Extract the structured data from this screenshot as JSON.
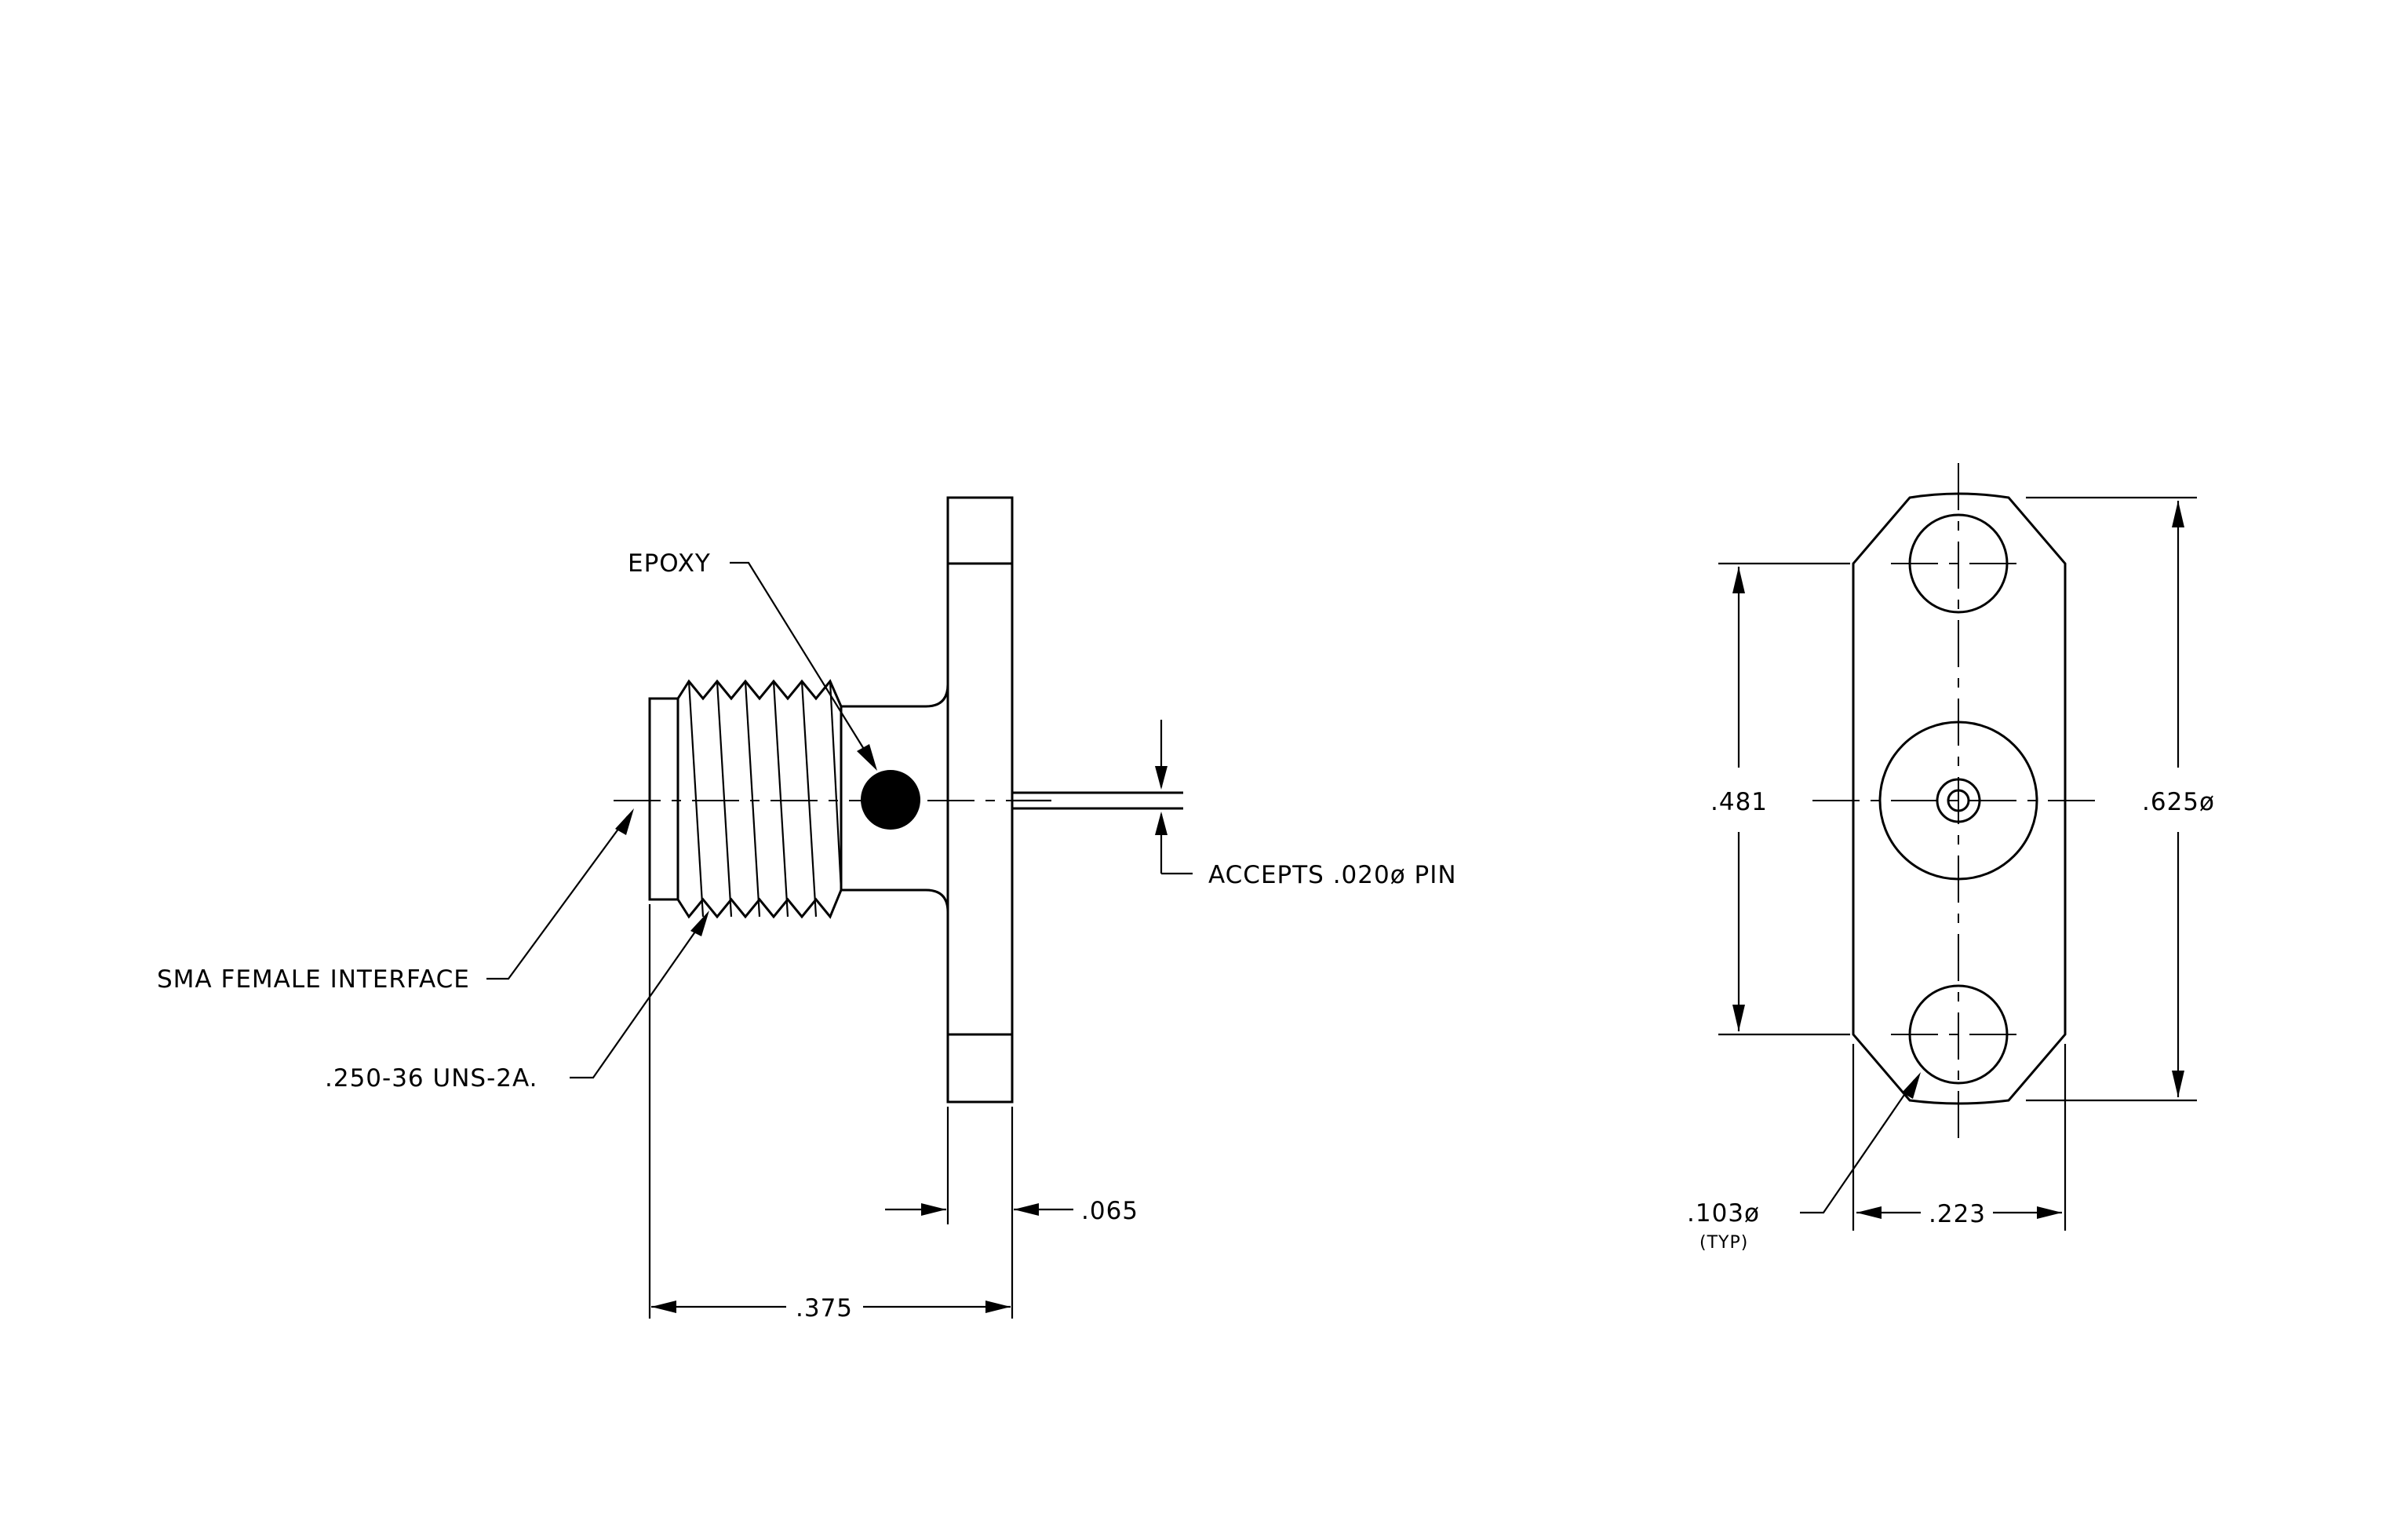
{
  "labels": {
    "epoxy": "EPOXY",
    "sma_interface": "SMA FEMALE INTERFACE",
    "thread": ".250-36 UNS-2A.",
    "accepts_pin": "ACCEPTS .020ø  PIN",
    "dim_065": ".065",
    "dim_375": ".375",
    "dim_481": ".481",
    "dim_625": ".625ø",
    "dim_103": ".103ø",
    "dim_103_typ": "(TYP)",
    "dim_223": ".223"
  }
}
